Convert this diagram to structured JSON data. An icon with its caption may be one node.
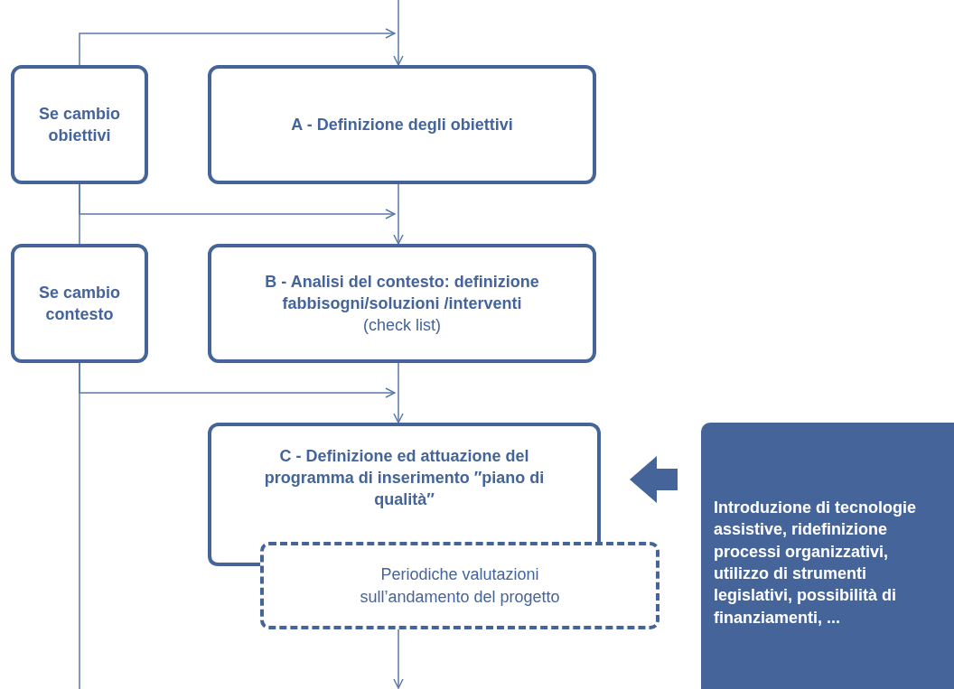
{
  "diagram": {
    "nodes": [
      {
        "text": [
          "Se cambio obiettivi"
        ]
      },
      {
        "text": [
          "A - Definizione degli obiettivi"
        ]
      },
      {
        "text": [
          "Se cambio contesto"
        ]
      },
      {
        "text": [
          "**B - Analisi del contesto: definizione fabbisogni/soluzioni /interventi** (check list)"
        ]
      },
      {
        "text": [
          "C - Definizione ed attuazione del programma di inserimento ″piano di qualità″"
        ]
      },
      {
        "text": [
          "Periodiche valutazioni sull’andamento del progetto"
        ]
      },
      {
        "text": [
          "Introduzione di tecnologie assistive, ridefinizione processi organizzativi, utilizzo di strumenti legislativi, possibilità di finanziamenti, ..."
        ]
      }
    ],
    "edges": [
      {
        "from": null,
        "to": 1,
        "arrow": "to"
      },
      {
        "from": 0,
        "to": 1,
        "arrow": "to"
      },
      {
        "from": 1,
        "to": 3,
        "arrow": "to"
      },
      {
        "from": 0,
        "to": 3,
        "arrow": "to"
      },
      {
        "from": 0,
        "to": 2,
        "arrow": "none"
      },
      {
        "from": 2,
        "to": 4,
        "arrow": "to"
      },
      {
        "from": 3,
        "to": 4,
        "arrow": "to"
      },
      {
        "from": 2,
        "to": null,
        "arrow": "none"
      },
      {
        "from": 5,
        "to": null,
        "arrow": "to"
      },
      {
        "from": 6,
        "to": 4,
        "arrow": "to",
        "style": "thick"
      }
    ]
  }
}
